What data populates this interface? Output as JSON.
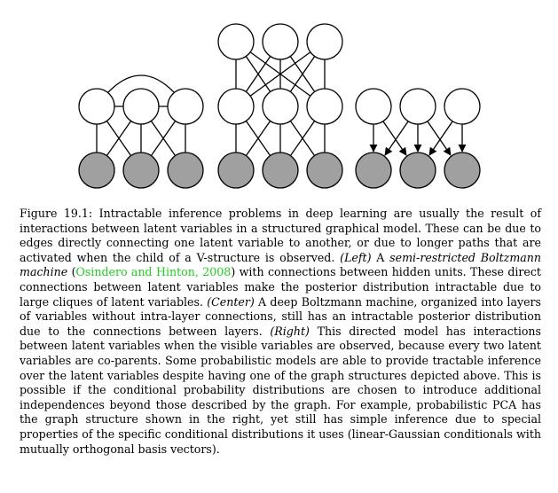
{
  "figure": {
    "node_colors": {
      "hidden_fill": "#ffffff",
      "visible_fill": "#a0a0a0",
      "stroke": "#000000"
    }
  },
  "caption": {
    "label": "Figure 19.1:",
    "part1": " Intractable inference problems in deep learning are usually the result of interactions between latent variables in a structured graphical model. These can be due to edges directly connecting one latent variable to another, or due to longer paths that are activated when the child of a V-structure is observed. ",
    "left_tag": "(Left)",
    "part2": " A ",
    "model_name": "semi-restricted Boltzmann machine",
    "part3": " (",
    "citation": "Osindero and Hinton, 2008",
    "part4": ") with connections between hidden units. These direct connections between latent variables make the posterior distribution intractable due to large cliques of latent variables. ",
    "center_tag": "(Center)",
    "part5": " A deep Boltzmann machine, organized into layers of variables without intra-layer connections, still has an intractable posterior distribution due to the connections between layers. ",
    "right_tag": "(Right)",
    "part6": " This directed model has interactions between latent variables when the visible variables are observed, because every two latent variables are co-parents. Some probabilistic models are able to provide tractable inference over the latent variables despite having one of the graph structures depicted above. This is possible if the conditional probability distributions are chosen to introduce additional independences beyond those described by the graph. For example, probabilistic PCA has the graph structure shown in the right, yet still has simple inference due to special properties of the specific conditional distributions it uses (linear-Gaussian conditionals with mutually orthogonal basis vectors)."
  }
}
